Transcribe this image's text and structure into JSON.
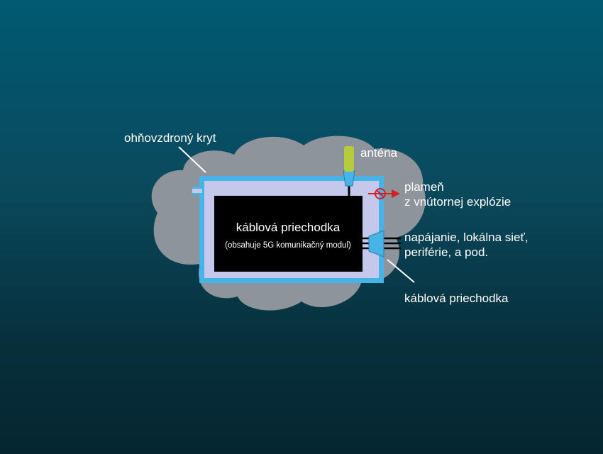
{
  "labels": {
    "enclosure": "ohňovzdroný kryt",
    "antenna": "anténa",
    "flame_line1": "plameň",
    "flame_line2": "z vnútornej explózie",
    "power_line1": "napájanie, lokálna sieť,",
    "power_line2": "periférie, a pod.",
    "gland_bottom": "káblová priechodka"
  },
  "box": {
    "title": "káblová priechodka",
    "subtitle": "(obsahuje 5G komunikačný modul)"
  },
  "icons": {
    "antenna": "antenna-icon",
    "flame_block": "no-flame-icon",
    "cable_gland": "cable-gland-icon"
  },
  "colors": {
    "background_top": "#005a72",
    "background_bottom": "#052631",
    "cloud": "#8d949b",
    "enclosure_frame": "#46b4e6",
    "enclosure_fill": "#c4c8ea",
    "module_box": "#000000",
    "antenna_green": "#b4cc3c",
    "flame_arrow": "#d42020"
  }
}
